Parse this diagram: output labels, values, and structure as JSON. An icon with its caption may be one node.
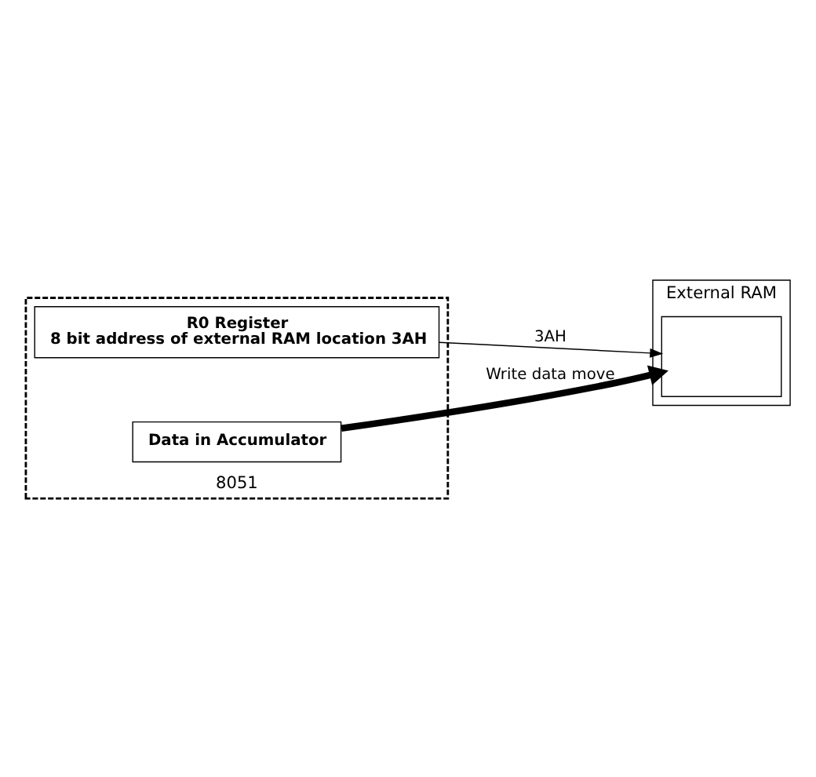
{
  "diagram": {
    "nodes": [
      {
        "text": [
          "8051"
        ]
      },
      {
        "text": [
          "R0 Register",
          "8 bit address of external RAM location 3AH"
        ],
        "in": 0
      },
      {
        "text": [
          "Data in Accumulator"
        ],
        "in": 0
      },
      {
        "text": [
          "External RAM"
        ]
      },
      {
        "text": [],
        "shape": "box",
        "in": 3
      }
    ],
    "edges": [
      {
        "from": 1,
        "to": 4,
        "arrow": "to",
        "label": "3AH"
      },
      {
        "from": 2,
        "to": 4,
        "arrow": "to",
        "label": "Write data move",
        "style": "thick"
      }
    ]
  }
}
